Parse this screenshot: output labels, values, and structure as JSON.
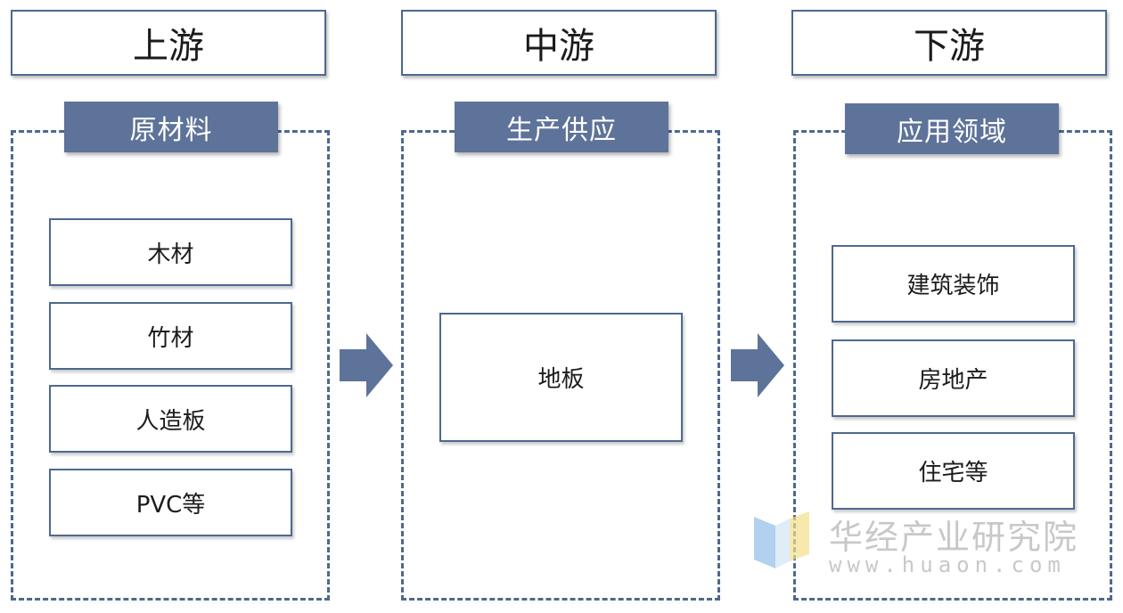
{
  "stages": [
    {
      "header": "上游",
      "title": "原材料",
      "items": [
        "木材",
        "竹材",
        "人造板",
        "PVC等"
      ]
    },
    {
      "header": "中游",
      "title": "生产供应",
      "items": [
        "地板"
      ]
    },
    {
      "header": "下游",
      "title": "应用领域",
      "items": [
        "建筑装饰",
        "房地产",
        "住宅等"
      ]
    }
  ],
  "watermark": {
    "name": "华经产业研究院",
    "url": "www.huaon.com"
  },
  "colors": {
    "accent": "#5e7399",
    "border": "#4e6890",
    "arrow": "#5e7399"
  }
}
